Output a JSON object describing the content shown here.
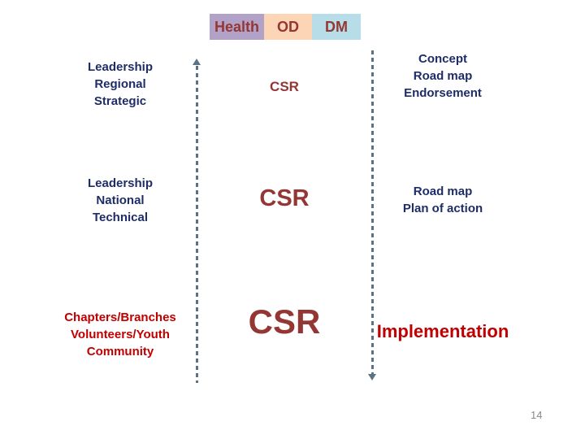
{
  "header": {
    "tabs": [
      {
        "label": "Health",
        "bg": "#b2a2c7"
      },
      {
        "label": "OD",
        "bg": "#fbd5b5"
      },
      {
        "label": "DM",
        "bg": "#b7dee8"
      }
    ],
    "text_color": "#943634"
  },
  "left_column": {
    "rows": [
      {
        "lines": [
          "Leadership",
          "Regional",
          "Strategic"
        ],
        "color": "#1e2d66"
      },
      {
        "lines": [
          "Leadership",
          "National",
          "Technical"
        ],
        "color": "#1e2d66"
      },
      {
        "lines": [
          "Chapters/Branches",
          "Volunteers/Youth",
          "Community"
        ],
        "color": "#c00000"
      }
    ]
  },
  "middle_column": {
    "rows": [
      {
        "label": "CSR",
        "size": "small"
      },
      {
        "label": "CSR",
        "size": "medium"
      },
      {
        "label": "CSR",
        "size": "large"
      }
    ],
    "color": "#943634"
  },
  "right_column": {
    "rows": [
      {
        "lines": [
          "Concept",
          "Road map",
          "Endorsement"
        ],
        "color": "#1e2d66"
      },
      {
        "lines": [
          "Road map",
          "Plan of action"
        ],
        "color": "#1e2d66"
      },
      {
        "lines": [
          "Implementation"
        ],
        "color": "#c00000"
      }
    ]
  },
  "separators": {
    "color": "#5b7282",
    "style": "dashed-vertical-arrows"
  },
  "footer": {
    "page_number": "14"
  }
}
